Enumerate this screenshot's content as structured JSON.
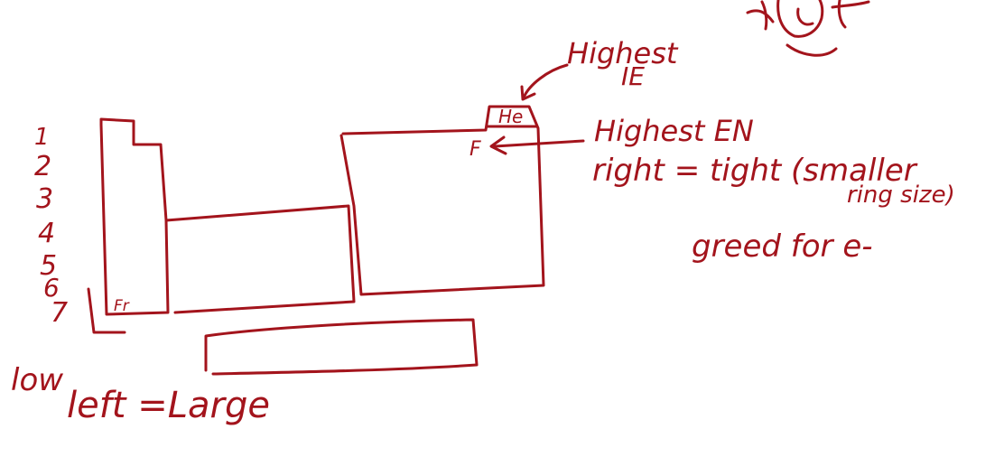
{
  "ink_color": "#a3141c",
  "background": "#ffffff",
  "period_numbers": [
    "1",
    "2",
    "3",
    "4",
    "5",
    "6",
    "7"
  ],
  "elements": {
    "helium": "He",
    "fluorine": "F",
    "francium": "Fr"
  },
  "annotations": {
    "highest_ie_line1": "Highest",
    "highest_ie_line2": "IE",
    "highest_en": "Highest EN",
    "right_tight": "right = tight (smaller",
    "ring_size": "ring size)",
    "greed": "greed for e-",
    "low": "low",
    "left_large": "left =Large"
  }
}
